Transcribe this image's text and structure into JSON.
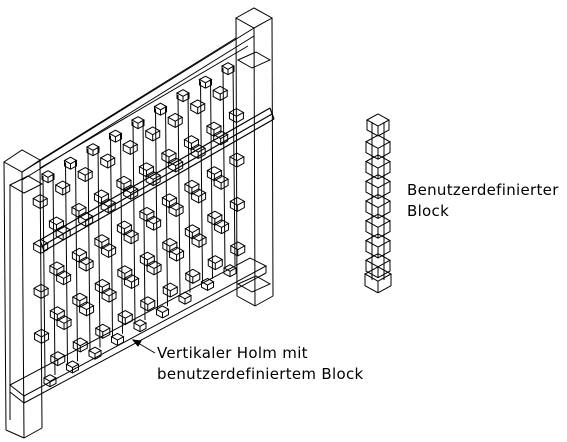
{
  "labels": {
    "custom_block_line1": "Benutzerdefinierter",
    "custom_block_line2": "Block",
    "post_line1": "Vertikaler Holm mit",
    "post_line2": "benutzerdefiniertem Block"
  },
  "colors": {
    "background": "#ffffff",
    "lines": "#000000"
  }
}
